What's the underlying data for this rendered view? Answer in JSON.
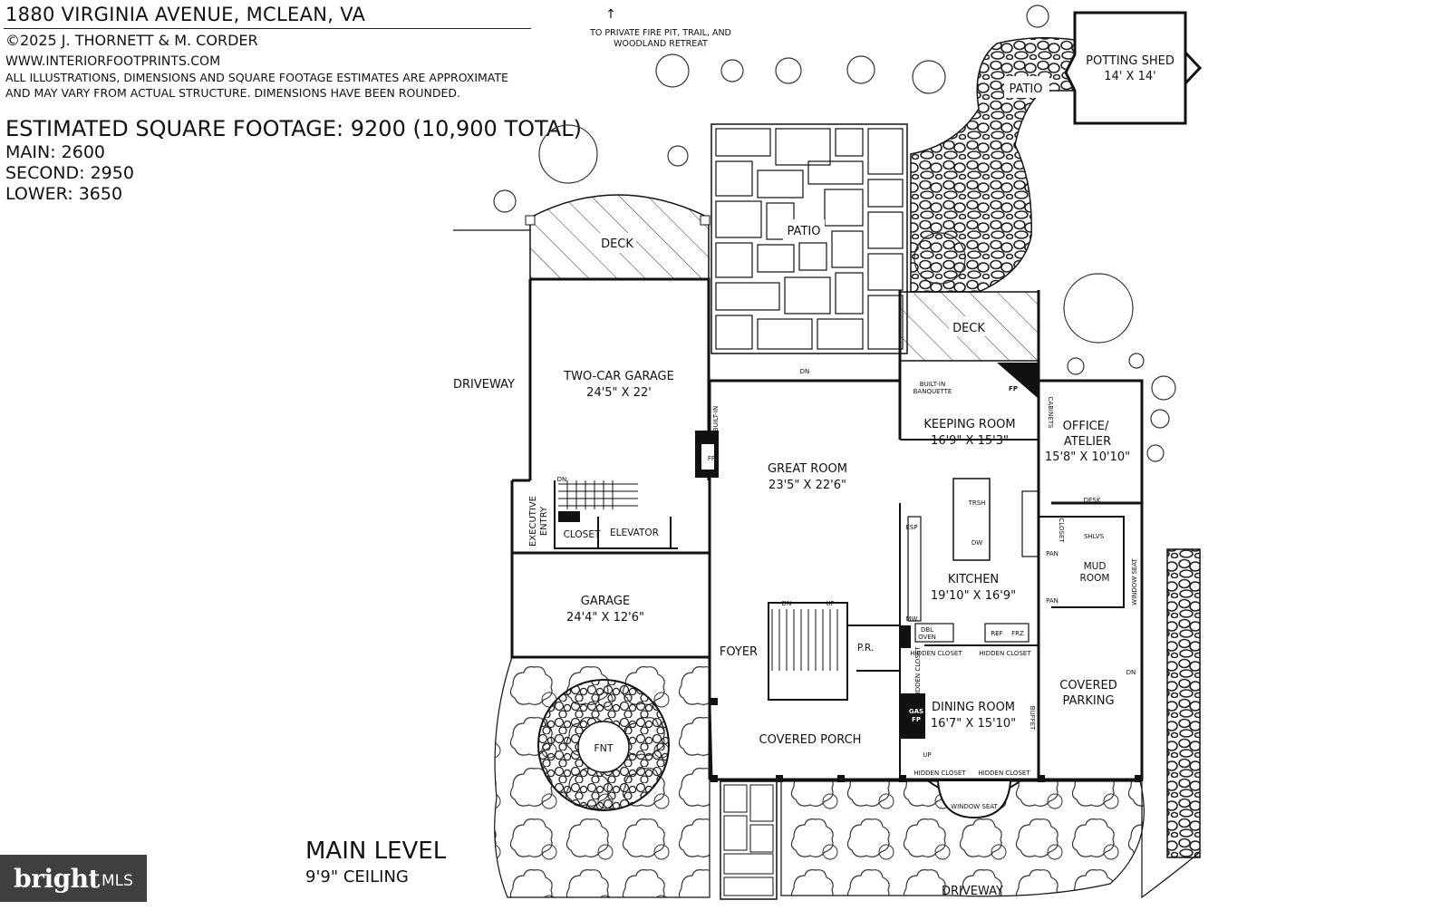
{
  "header": {
    "address": "1880 VIRGINIA AVENUE, MCLEAN, VA",
    "copyright": "©2025 J. THORNETT & M. CORDER",
    "website": "WWW.INTERIORFOOTPRINTS.COM",
    "disclaimer_line1": "ALL ILLUSTRATIONS, DIMENSIONS AND SQUARE FOOTAGE ESTIMATES ARE APPROXIMATE",
    "disclaimer_line2": "AND MAY VARY FROM ACTUAL STRUCTURE. DIMENSIONS HAVE BEEN ROUNDED.",
    "sqft_total": "ESTIMATED SQUARE FOOTAGE: 9200 (10,900 TOTAL)",
    "main": "MAIN: 2600",
    "second": "SECOND: 2950",
    "lower": "LOWER: 3650"
  },
  "notes": {
    "north_line1": "TO PRIVATE FIRE PIT, TRAIL, AND",
    "north_line2": "WOODLAND RETREAT",
    "arrow_north": "↑"
  },
  "rooms": {
    "potting_shed": "POTTING SHED",
    "potting_shed_dim": "14' X 14'",
    "patio_upper": "PATIO",
    "patio_main": "PATIO",
    "deck_left": "DECK",
    "deck_right": "DECK",
    "driveway_left": "DRIVEWAY",
    "driveway_bottom": "DRIVEWAY",
    "two_car_garage": "TWO-CAR GARAGE",
    "two_car_garage_dim": "24'5\" X 22'",
    "executive_entry_1": "EXECUTIVE",
    "executive_entry_2": "ENTRY",
    "closet": "CLOSET",
    "elevator": "ELEVATOR",
    "garage": "GARAGE",
    "garage_dim": "24'4\" X 12'6\"",
    "great_room": "GREAT ROOM",
    "great_room_dim": "23'5\" X 22'6\"",
    "keeping_room": "KEEPING ROOM",
    "keeping_room_dim": "16'9\" X 15'3\"",
    "office_1": "OFFICE/",
    "office_2": "ATELIER",
    "office_dim": "15'8\" X 10'10\"",
    "kitchen": "KITCHEN",
    "kitchen_dim": "19'10\" X 16'9\"",
    "mud_room_1": "MUD",
    "mud_room_2": "ROOM",
    "covered_parking_1": "COVERED",
    "covered_parking_2": "PARKING",
    "dining_room": "DINING ROOM",
    "dining_room_dim": "16'7\" X 15'10\"",
    "foyer": "FOYER",
    "covered_porch": "COVERED PORCH",
    "powder_room": "P.R."
  },
  "labels": {
    "built_in_banquette_1": "BUILT-IN",
    "built_in_banquette_2": "BANQUETTE",
    "fp": "FP",
    "cabinets": "CABINETS",
    "built_in": "BUILT-IN",
    "desk": "DESK",
    "shlvs": "SHLVS",
    "closet_small": "CLOSET",
    "pan": "PAN",
    "window_seat_side": "WINDOW SEAT",
    "trsh": "TRSH",
    "dw": "DW",
    "esp": "ESP",
    "mw": "MW",
    "dbl_oven_1": "DBL",
    "dbl_oven_2": "OVEN",
    "ref": "REF",
    "frz": "FRZ",
    "hidden_closet": "HIDDEN CLOSET",
    "gas": "GAS",
    "buffet": "BUFFET",
    "window_seat": "WINDOW SEAT",
    "dn": "DN",
    "up": "UP",
    "fnt": "FNT"
  },
  "footer": {
    "level": "MAIN LEVEL",
    "ceiling": "9'9\" CEILING",
    "logo_word": "bright",
    "logo_mls": "MLS"
  }
}
